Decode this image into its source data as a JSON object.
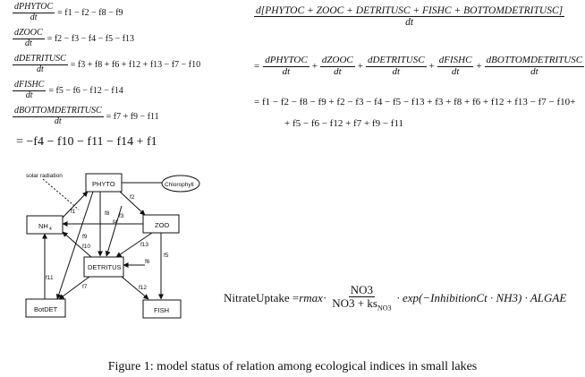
{
  "left_equations": [
    {
      "num": "dPHYTOC",
      "den": "dt",
      "rhs": "= f1 − f2 − f8 − f9"
    },
    {
      "num": "dZOOC",
      "den": "dt",
      "rhs": "= f2 − f3 − f4 − f5 − f13"
    },
    {
      "num": "dDETRITUSC",
      "den": "dt",
      "rhs": "= f3 + f8 + f6 + f12 + f13 − f7 − f10"
    },
    {
      "num": "dFISHC",
      "den": "dt",
      "rhs": "= f5 − f6 − f12 − f14"
    },
    {
      "num": "dBOTTOMDETRITUSC",
      "den": "dt",
      "rhs": "= f7 + f9 − f11"
    }
  ],
  "left_final_line": "= −f4 − f10 − f11 − f14 + f1",
  "right_equation": {
    "big_num": "d[PHYTOC + ZOOC + DETRITUSC + FISHC + BOTTOMDETRITUSC]",
    "big_den": "dt",
    "eq_sign": "=",
    "terms": [
      {
        "num": "dPHYTOC",
        "den": "dt"
      },
      {
        "num": "dZOOC",
        "den": "dt"
      },
      {
        "num": "dDETRITUSC",
        "den": "dt"
      },
      {
        "num": "dFISHC",
        "den": "dt"
      },
      {
        "num": "dBOTTOMDETRITUSC",
        "den": "dt"
      }
    ],
    "plus": "+",
    "expansion_line1": "= f1 − f2 − f8 − f9 + f2 − f3 − f4 − f5 − f13 + f3 + f8 + f6 + f12 + f13 − f7 − f10+",
    "expansion_line2": "+ f5 − f6 − f12 + f7 + f9 − f11"
  },
  "diagram": {
    "nodes": {
      "phyto": "PHYTO",
      "zoo": "ZOO",
      "nh4": "NH",
      "nh4_sub": "4",
      "detritus": "DETRITUS",
      "botdet": "BotDET",
      "fish": "FISH",
      "chlorophyll": "Chlorophyll"
    },
    "solar_label": "solar radiation",
    "flows": {
      "f1": "f1",
      "f2": "f2",
      "f3": "f3",
      "f4": "f4",
      "f5": "f5",
      "f6": "f6",
      "f7": "f7",
      "f8": "f8",
      "f9": "f9",
      "f10": "f10",
      "f11": "f11",
      "f12": "f12",
      "f13": "f13"
    }
  },
  "nitrate": {
    "lhs": "NitrateUptake = ",
    "rmax": "rmax",
    "dot": " · ",
    "num": "NO3",
    "den_main": "NO3 + ks",
    "den_sub": "NO3",
    "tail": "· exp(−InhibitionCt · NH3) · ALGAE"
  },
  "caption": "Figure 1: model status of relation among ecological indices in small lakes"
}
